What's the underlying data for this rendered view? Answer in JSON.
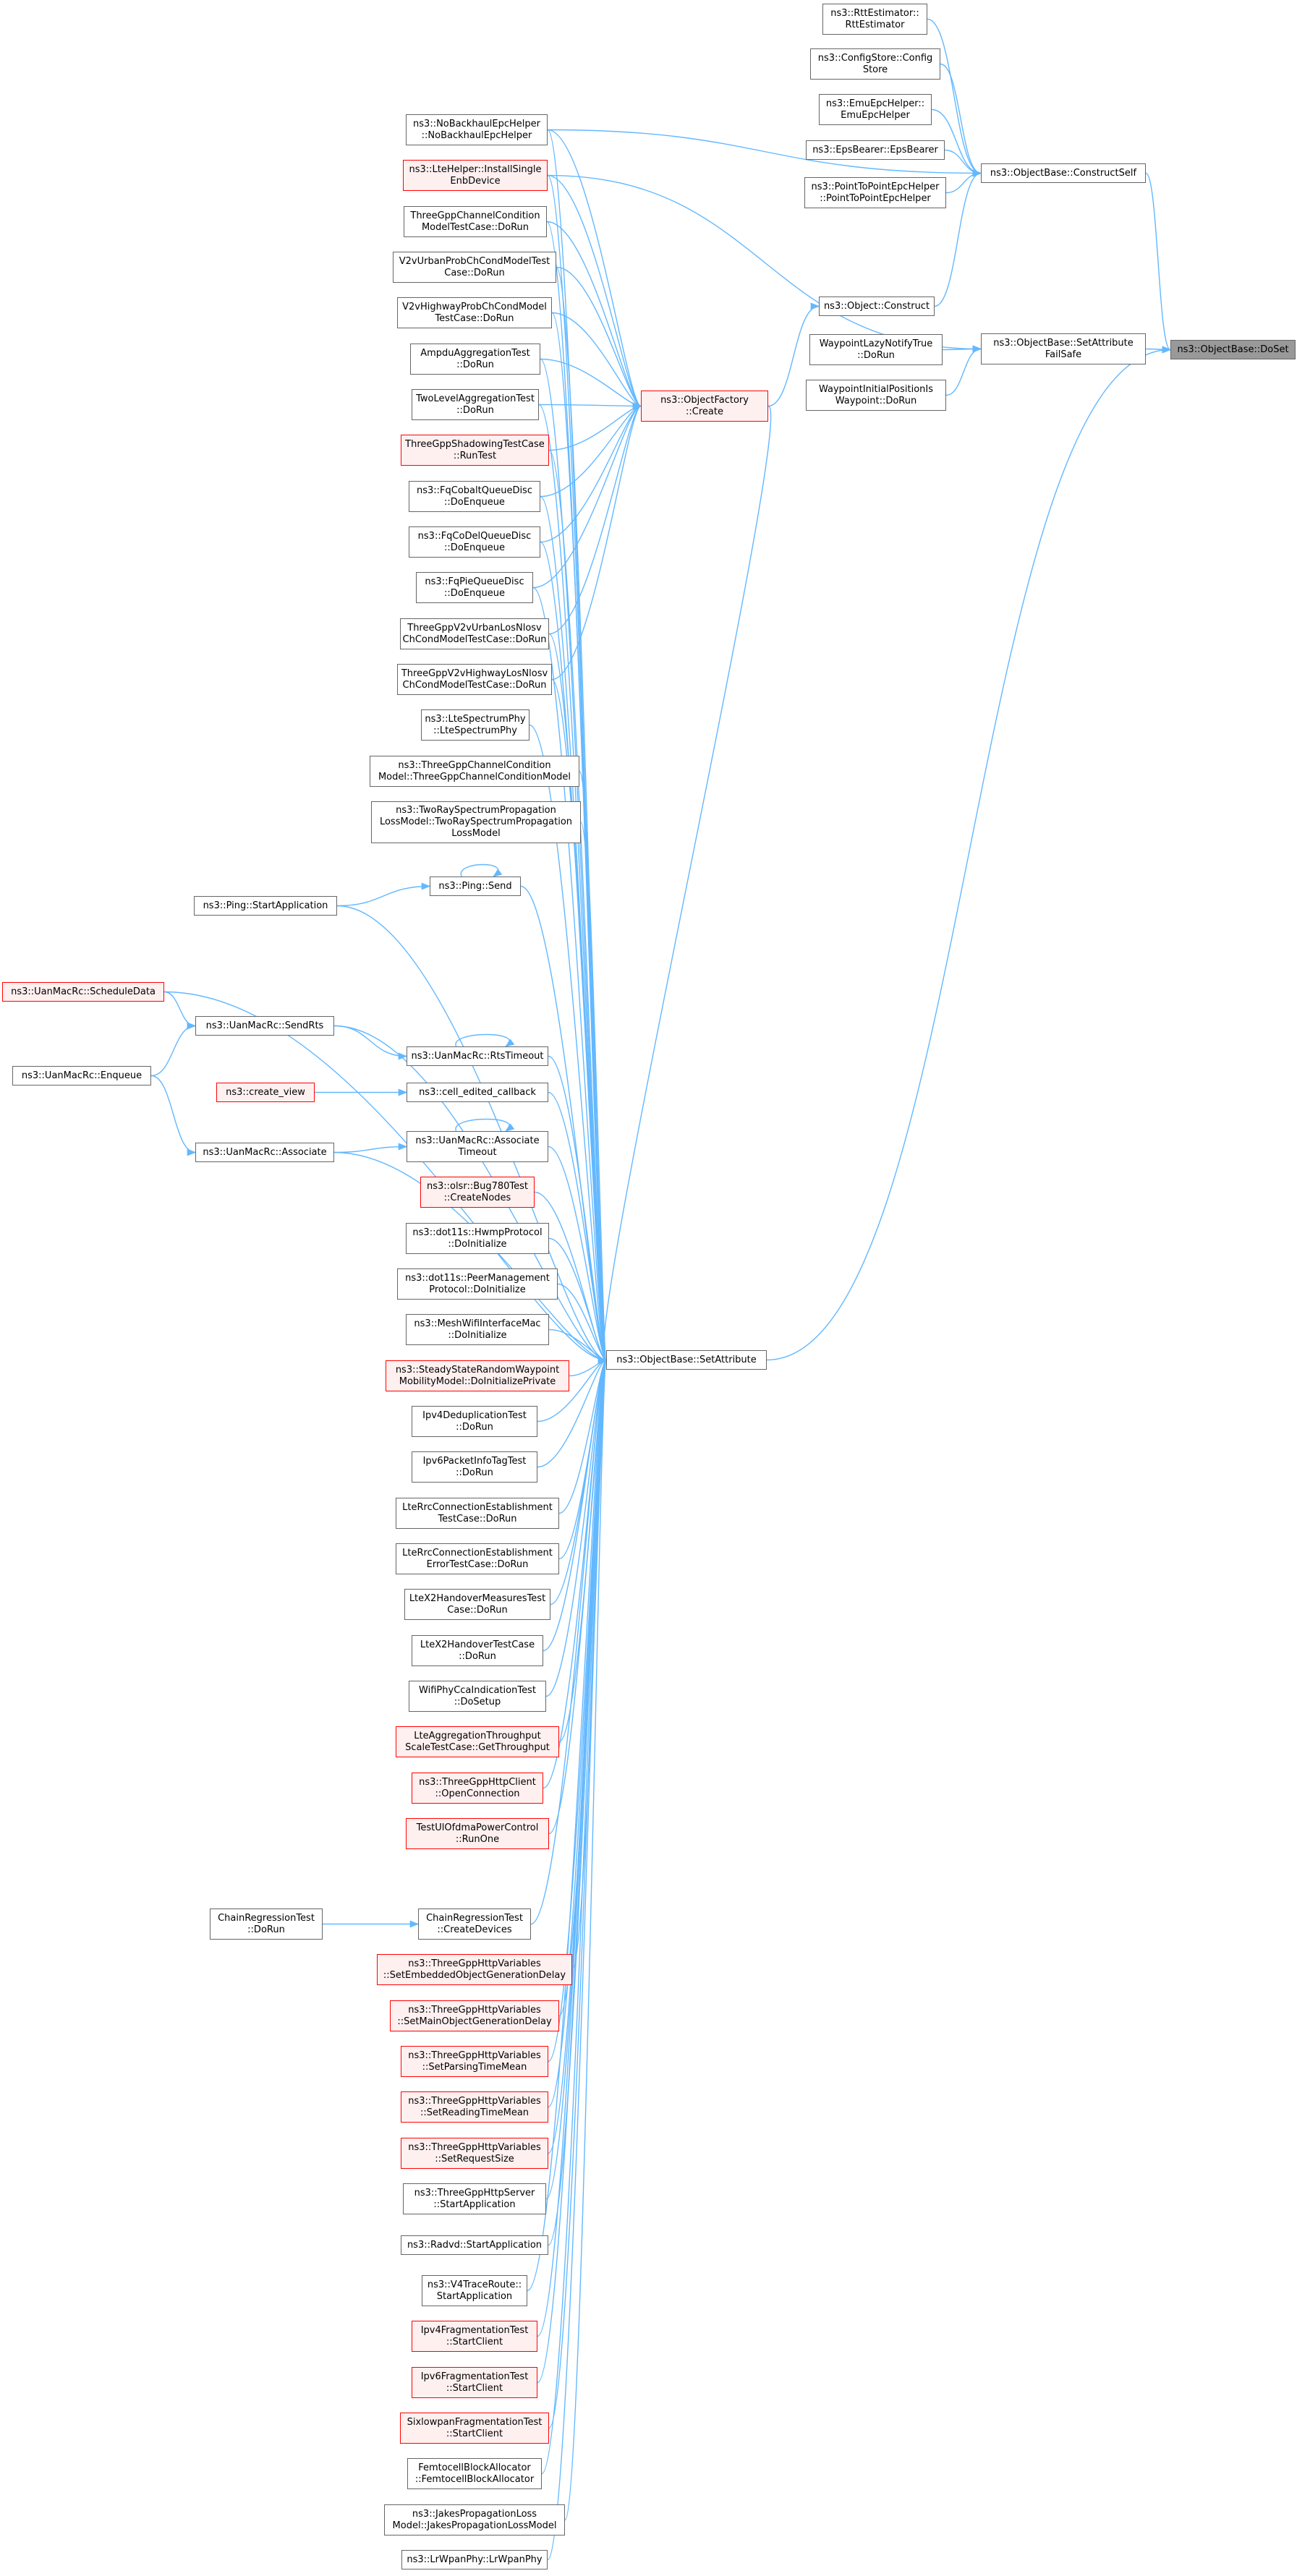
{
  "colors": {
    "edge": "#63b8ff",
    "border": "#666666",
    "red_border": "#ff0000",
    "red_fill": "#fff0f0",
    "self_fill": "#999999"
  },
  "nodes": {
    "doset": {
      "label": "ns3::ObjectBase::DoSet",
      "style": "self"
    },
    "constructself": {
      "label": "ns3::ObjectBase::ConstructSelf",
      "style": "normal"
    },
    "setattrfailsafe": {
      "label": "ns3::ObjectBase::SetAttribute\nFailSafe",
      "style": "normal"
    },
    "setattribute": {
      "label": "ns3::ObjectBase::SetAttribute",
      "style": "normal"
    },
    "rttestimator": {
      "label": "ns3::RttEstimator::\nRttEstimator",
      "style": "normal"
    },
    "configstore": {
      "label": "ns3::ConfigStore::Config\nStore",
      "style": "normal"
    },
    "emuepchelper": {
      "label": "ns3::EmuEpcHelper::\nEmuEpcHelper",
      "style": "normal"
    },
    "epsbearer": {
      "label": "ns3::EpsBearer::EpsBearer",
      "style": "normal"
    },
    "p2pepchelper": {
      "label": "ns3::PointToPointEpcHelper\n::PointToPointEpcHelper",
      "style": "normal"
    },
    "objconstruct": {
      "label": "ns3::Object::Construct",
      "style": "normal"
    },
    "waypointlazy": {
      "label": "WaypointLazyNotifyTrue\n::DoRun",
      "style": "normal"
    },
    "waypointinit": {
      "label": "WaypointInitialPositionIs\nWaypoint::DoRun",
      "style": "normal"
    },
    "objfactory": {
      "label": "ns3::ObjectFactory\n::Create",
      "style": "red"
    },
    "nobackhaul": {
      "label": "ns3::NoBackhaulEpcHelper\n::NoBackhaulEpcHelper",
      "style": "normal"
    },
    "ltehelper": {
      "label": "ns3::LteHelper::InstallSingle\nEnbDevice",
      "style": "red"
    },
    "tgppchannelcond": {
      "label": "ThreeGppChannelCondition\nModelTestCase::DoRun",
      "style": "normal"
    },
    "v2vurban": {
      "label": "V2vUrbanProbChCondModelTest\nCase::DoRun",
      "style": "normal"
    },
    "v2vhighway": {
      "label": "V2vHighwayProbChCondModel\nTestCase::DoRun",
      "style": "normal"
    },
    "ampdu": {
      "label": "AmpduAggregationTest\n::DoRun",
      "style": "normal"
    },
    "twolevel": {
      "label": "TwoLevelAggregationTest\n::DoRun",
      "style": "normal"
    },
    "tgppshadowing": {
      "label": "ThreeGppShadowingTestCase\n::RunTest",
      "style": "red"
    },
    "fqcobalt": {
      "label": "ns3::FqCobaltQueueDisc\n::DoEnqueue",
      "style": "normal"
    },
    "fqcodel": {
      "label": "ns3::FqCoDelQueueDisc\n::DoEnqueue",
      "style": "normal"
    },
    "fqpie": {
      "label": "ns3::FqPieQueueDisc\n::DoEnqueue",
      "style": "normal"
    },
    "tgppv2vurban": {
      "label": "ThreeGppV2vUrbanLosNlosv\nChCondModelTestCase::DoRun",
      "style": "normal"
    },
    "tgppv2vhighway": {
      "label": "ThreeGppV2vHighwayLosNlosv\nChCondModelTestCase::DoRun",
      "style": "normal"
    },
    "ltespectrumphy": {
      "label": "ns3::LteSpectrumPhy\n::LteSpectrumPhy",
      "style": "normal"
    },
    "tgppchannelcondmodel": {
      "label": "ns3::ThreeGppChannelCondition\nModel::ThreeGppChannelConditionModel",
      "style": "normal"
    },
    "tworay": {
      "label": "ns3::TwoRaySpectrumPropagation\nLossModel::TwoRaySpectrumPropagation\nLossModel",
      "style": "normal"
    },
    "pingsend": {
      "label": "ns3::Ping::Send",
      "style": "normal"
    },
    "pingstart": {
      "label": "ns3::Ping::StartApplication",
      "style": "normal"
    },
    "uanschedule": {
      "label": "ns3::UanMacRc::ScheduleData",
      "style": "red"
    },
    "uansendrts": {
      "label": "ns3::UanMacRc::SendRts",
      "style": "normal"
    },
    "uanrtstimeout": {
      "label": "ns3::UanMacRc::RtsTimeout",
      "style": "normal"
    },
    "uanenqueue": {
      "label": "ns3::UanMacRc::Enqueue",
      "style": "normal"
    },
    "createview": {
      "label": "ns3::create_view",
      "style": "red"
    },
    "celledited": {
      "label": "ns3::cell_edited_callback",
      "style": "normal"
    },
    "uanassociate": {
      "label": "ns3::UanMacRc::Associate",
      "style": "normal"
    },
    "uanassoctimeout": {
      "label": "ns3::UanMacRc::Associate\nTimeout",
      "style": "normal"
    },
    "olsr": {
      "label": "ns3::olsr::Bug780Test\n::CreateNodes",
      "style": "red"
    },
    "hwmp": {
      "label": "ns3::dot11s::HwmpProtocol\n::DoInitialize",
      "style": "normal"
    },
    "peermgmt": {
      "label": "ns3::dot11s::PeerManagement\nProtocol::DoInitialize",
      "style": "normal"
    },
    "meshwifi": {
      "label": "ns3::MeshWifiInterfaceMac\n::DoInitialize",
      "style": "normal"
    },
    "steadystate": {
      "label": "ns3::SteadyStateRandomWaypoint\nMobilityModel::DoInitializePrivate",
      "style": "red"
    },
    "ipv4dedup": {
      "label": "Ipv4DeduplicationTest\n::DoRun",
      "style": "normal"
    },
    "ipv6pktinfo": {
      "label": "Ipv6PacketInfoTagTest\n::DoRun",
      "style": "normal"
    },
    "lterrc": {
      "label": "LteRrcConnectionEstablishment\nTestCase::DoRun",
      "style": "normal"
    },
    "lterrcerr": {
      "label": "LteRrcConnectionEstablishment\nErrorTestCase::DoRun",
      "style": "normal"
    },
    "ltex2measures": {
      "label": "LteX2HandoverMeasuresTest\nCase::DoRun",
      "style": "normal"
    },
    "ltex2": {
      "label": "LteX2HandoverTestCase\n::DoRun",
      "style": "normal"
    },
    "wifiphycca": {
      "label": "WifiPhyCcaIndicationTest\n::DoSetup",
      "style": "normal"
    },
    "lteaggr": {
      "label": "LteAggregationThroughput\nScaleTestCase::GetThroughput",
      "style": "red"
    },
    "tgpphttpclient": {
      "label": "ns3::ThreeGppHttpClient\n::OpenConnection",
      "style": "red"
    },
    "testulofdma": {
      "label": "TestUlOfdmaPowerControl\n::RunOne",
      "style": "red"
    },
    "chainregrun": {
      "label": "ChainRegressionTest\n::DoRun",
      "style": "normal"
    },
    "chainregcreate": {
      "label": "ChainRegressionTest\n::CreateDevices",
      "style": "normal"
    },
    "httpvarembedded": {
      "label": "ns3::ThreeGppHttpVariables\n::SetEmbeddedObjectGenerationDelay",
      "style": "red"
    },
    "httpvarmain": {
      "label": "ns3::ThreeGppHttpVariables\n::SetMainObjectGenerationDelay",
      "style": "red"
    },
    "httpvarparsing": {
      "label": "ns3::ThreeGppHttpVariables\n::SetParsingTimeMean",
      "style": "red"
    },
    "httpvarreading": {
      "label": "ns3::ThreeGppHttpVariables\n::SetReadingTimeMean",
      "style": "red"
    },
    "httpvarrequest": {
      "label": "ns3::ThreeGppHttpVariables\n::SetRequestSize",
      "style": "red"
    },
    "httpserver": {
      "label": "ns3::ThreeGppHttpServer\n::StartApplication",
      "style": "normal"
    },
    "radvd": {
      "label": "ns3::Radvd::StartApplication",
      "style": "normal"
    },
    "v4traceroute": {
      "label": "ns3::V4TraceRoute::\nStartApplication",
      "style": "normal"
    },
    "ipv4frag": {
      "label": "Ipv4FragmentationTest\n::StartClient",
      "style": "red"
    },
    "ipv6frag": {
      "label": "Ipv6FragmentationTest\n::StartClient",
      "style": "red"
    },
    "sixlowpan": {
      "label": "SixlowpanFragmentationTest\n::StartClient",
      "style": "red"
    },
    "femtocell": {
      "label": "FemtocellBlockAllocator\n::FemtocellBlockAllocator",
      "style": "normal"
    },
    "jakes": {
      "label": "ns3::JakesPropagationLoss\nModel::JakesPropagationLossModel",
      "style": "normal"
    },
    "lrwpan": {
      "label": "ns3::LrWpanPhy::LrWpanPhy",
      "style": "normal"
    }
  },
  "edges": [
    [
      "constructself",
      "doset"
    ],
    [
      "setattrfailsafe",
      "doset"
    ],
    [
      "setattribute",
      "doset"
    ],
    [
      "rttestimator",
      "constructself"
    ],
    [
      "configstore",
      "constructself"
    ],
    [
      "emuepchelper",
      "constructself"
    ],
    [
      "epsbearer",
      "constructself"
    ],
    [
      "p2pepchelper",
      "constructself"
    ],
    [
      "objconstruct",
      "constructself"
    ],
    [
      "nobackhaul",
      "constructself"
    ],
    [
      "waypointlazy",
      "setattrfailsafe"
    ],
    [
      "waypointinit",
      "setattrfailsafe"
    ],
    [
      "ltehelper",
      "setattrfailsafe"
    ],
    [
      "objfactory",
      "objconstruct"
    ],
    [
      "nobackhaul",
      "objfactory"
    ],
    [
      "ltehelper",
      "objfactory"
    ],
    [
      "tgppchannelcond",
      "objfactory"
    ],
    [
      "v2vurban",
      "objfactory"
    ],
    [
      "v2vhighway",
      "objfactory"
    ],
    [
      "ampdu",
      "objfactory"
    ],
    [
      "twolevel",
      "objfactory"
    ],
    [
      "tgppshadowing",
      "objfactory"
    ],
    [
      "fqcobalt",
      "objfactory"
    ],
    [
      "fqcodel",
      "objfactory"
    ],
    [
      "fqpie",
      "objfactory"
    ],
    [
      "tgppv2vurban",
      "objfactory"
    ],
    [
      "tgppv2vhighway",
      "objfactory"
    ],
    [
      "pingstart",
      "pingsend"
    ],
    [
      "pingsend",
      "pingsend"
    ],
    [
      "uanschedule",
      "uansendrts"
    ],
    [
      "uanenqueue",
      "uansendrts"
    ],
    [
      "uansendrts",
      "uanrtstimeout"
    ],
    [
      "uanrtstimeout",
      "uanrtstimeout"
    ],
    [
      "uanenqueue",
      "uanassociate"
    ],
    [
      "createview",
      "celledited"
    ],
    [
      "uanassociate",
      "uanassoctimeout"
    ],
    [
      "uanassoctimeout",
      "uanassoctimeout"
    ],
    [
      "chainregrun",
      "chainregcreate"
    ],
    [
      "objfactory",
      "setattribute"
    ],
    [
      "nobackhaul",
      "setattribute"
    ],
    [
      "ltehelper",
      "setattribute"
    ],
    [
      "tgppchannelcond",
      "setattribute"
    ],
    [
      "v2vurban",
      "setattribute"
    ],
    [
      "v2vhighway",
      "setattribute"
    ],
    [
      "ampdu",
      "setattribute"
    ],
    [
      "twolevel",
      "setattribute"
    ],
    [
      "tgppshadowing",
      "setattribute"
    ],
    [
      "fqcobalt",
      "setattribute"
    ],
    [
      "fqcodel",
      "setattribute"
    ],
    [
      "fqpie",
      "setattribute"
    ],
    [
      "tgppv2vurban",
      "setattribute"
    ],
    [
      "tgppv2vhighway",
      "setattribute"
    ],
    [
      "ltespectrumphy",
      "setattribute"
    ],
    [
      "tgppchannelcondmodel",
      "setattribute"
    ],
    [
      "tworay",
      "setattribute"
    ],
    [
      "pingsend",
      "setattribute"
    ],
    [
      "pingstart",
      "setattribute"
    ],
    [
      "uanschedule",
      "setattribute"
    ],
    [
      "uansendrts",
      "setattribute"
    ],
    [
      "uanrtstimeout",
      "setattribute"
    ],
    [
      "celledited",
      "setattribute"
    ],
    [
      "uanassociate",
      "setattribute"
    ],
    [
      "uanassoctimeout",
      "setattribute"
    ],
    [
      "olsr",
      "setattribute"
    ],
    [
      "hwmp",
      "setattribute"
    ],
    [
      "peermgmt",
      "setattribute"
    ],
    [
      "meshwifi",
      "setattribute"
    ],
    [
      "steadystate",
      "setattribute"
    ],
    [
      "ipv4dedup",
      "setattribute"
    ],
    [
      "ipv6pktinfo",
      "setattribute"
    ],
    [
      "lterrc",
      "setattribute"
    ],
    [
      "lterrcerr",
      "setattribute"
    ],
    [
      "ltex2measures",
      "setattribute"
    ],
    [
      "ltex2",
      "setattribute"
    ],
    [
      "wifiphycca",
      "setattribute"
    ],
    [
      "lteaggr",
      "setattribute"
    ],
    [
      "tgpphttpclient",
      "setattribute"
    ],
    [
      "testulofdma",
      "setattribute"
    ],
    [
      "chainregcreate",
      "setattribute"
    ],
    [
      "httpvarembedded",
      "setattribute"
    ],
    [
      "httpvarmain",
      "setattribute"
    ],
    [
      "httpvarparsing",
      "setattribute"
    ],
    [
      "httpvarreading",
      "setattribute"
    ],
    [
      "httpvarrequest",
      "setattribute"
    ],
    [
      "httpserver",
      "setattribute"
    ],
    [
      "radvd",
      "setattribute"
    ],
    [
      "v4traceroute",
      "setattribute"
    ],
    [
      "ipv4frag",
      "setattribute"
    ],
    [
      "ipv6frag",
      "setattribute"
    ],
    [
      "sixlowpan",
      "setattribute"
    ],
    [
      "femtocell",
      "setattribute"
    ],
    [
      "jakes",
      "setattribute"
    ],
    [
      "lrwpan",
      "setattribute"
    ]
  ]
}
